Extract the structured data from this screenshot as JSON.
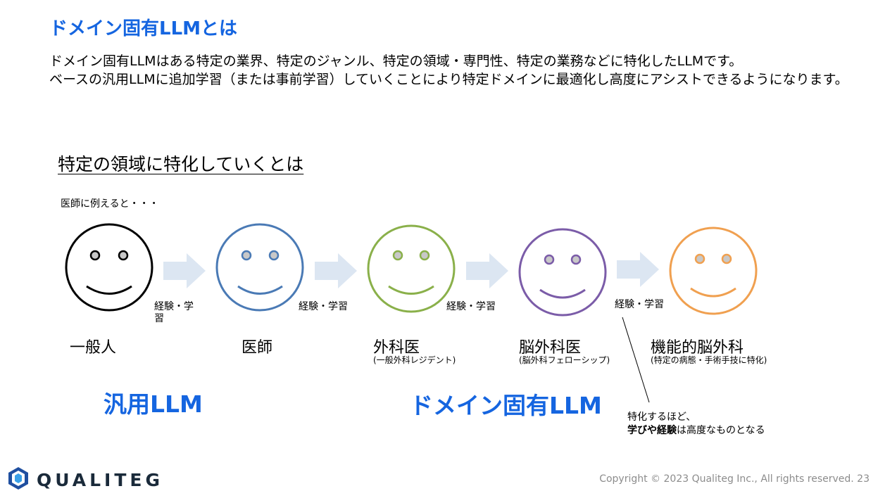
{
  "header": {
    "title": "ドメイン固有LLMとは",
    "intro_line1": "ドメイン固有LLMはある特定の業界、特定のジャンル、特定の領域・専門性、特定の業務などに特化したLLMです。",
    "intro_line2": "ベースの汎用LLMに追加学習（または事前学習）していくことにより特定ドメインに最適化し高度にアシストできるようになります。"
  },
  "section": {
    "subtitle": "特定の領域に特化していくとは",
    "note": "医師に例えると・・・"
  },
  "stages": [
    {
      "label": "一般人",
      "sub": "",
      "color": "#000000"
    },
    {
      "label": "医師",
      "sub": "",
      "color": "#4a7ab5"
    },
    {
      "label": "外科医",
      "sub": "(一般外科レジデント)",
      "color": "#8ab04a"
    },
    {
      "label": "脳外科医",
      "sub": "(脳外科フェローシップ)",
      "color": "#7b5ca8"
    },
    {
      "label": "機能的脳外科",
      "sub": "(特定の病態・手術手技に特化)",
      "color": "#f0a050"
    }
  ],
  "edges": [
    {
      "label": "経験・学習"
    },
    {
      "label": "経験・学習"
    },
    {
      "label": "経験・学習"
    },
    {
      "label": "経験・学習"
    }
  ],
  "groups": {
    "general": "汎用LLM",
    "domain": "ドメイン固有LLM"
  },
  "callout": {
    "line1": "特化するほど、",
    "line2_bold": "学びや経験",
    "line2_rest": "は高度なものとなる"
  },
  "footer": {
    "logo_text": "QUALITEG",
    "copyright": "Copyright © 2023 Qualiteg Inc., All rights reserved. 23"
  },
  "colors": {
    "accent_blue": "#1565e0",
    "arrow_fill": "#dce6f2"
  }
}
